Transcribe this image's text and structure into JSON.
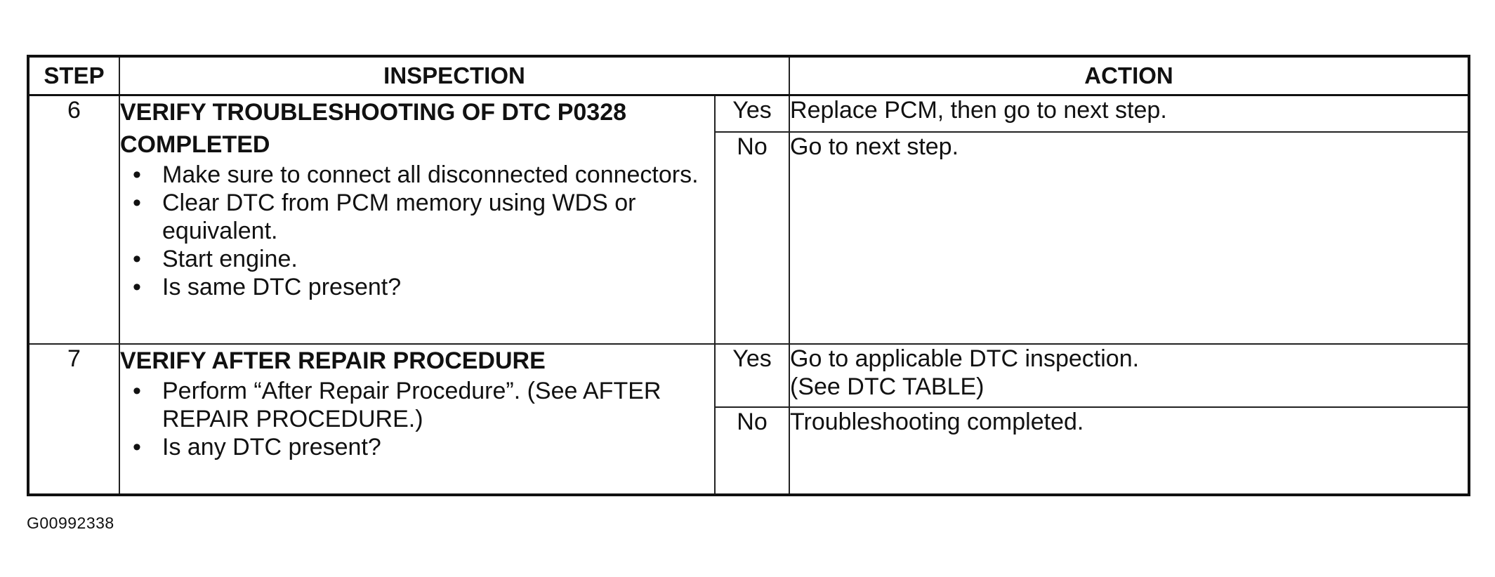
{
  "table": {
    "headers": {
      "step": "STEP",
      "inspection": "INSPECTION",
      "action": "ACTION"
    },
    "rows": [
      {
        "step": "6",
        "title": "VERIFY TROUBLESHOOTING OF DTC P0328 COMPLETED",
        "bullets": [
          "Make sure to connect all disconnected connectors.",
          "Clear DTC from PCM memory using WDS or equivalent.",
          "Start engine.",
          "Is same DTC present?"
        ],
        "yes_label": "Yes",
        "yes_action": [
          "Replace PCM, then go to next step."
        ],
        "no_label": "No",
        "no_action": [
          "Go to next step."
        ]
      },
      {
        "step": "7",
        "title": "VERIFY AFTER REPAIR PROCEDURE",
        "bullets": [
          "Perform “After Repair Procedure”. (See AFTER REPAIR PROCEDURE.)",
          "Is any DTC present?"
        ],
        "yes_label": "Yes",
        "yes_action": [
          "Go to applicable DTC inspection.",
          "(See DTC TABLE)"
        ],
        "no_label": "No",
        "no_action": [
          "Troubleshooting completed."
        ]
      }
    ]
  },
  "figure_id": "G00992338"
}
